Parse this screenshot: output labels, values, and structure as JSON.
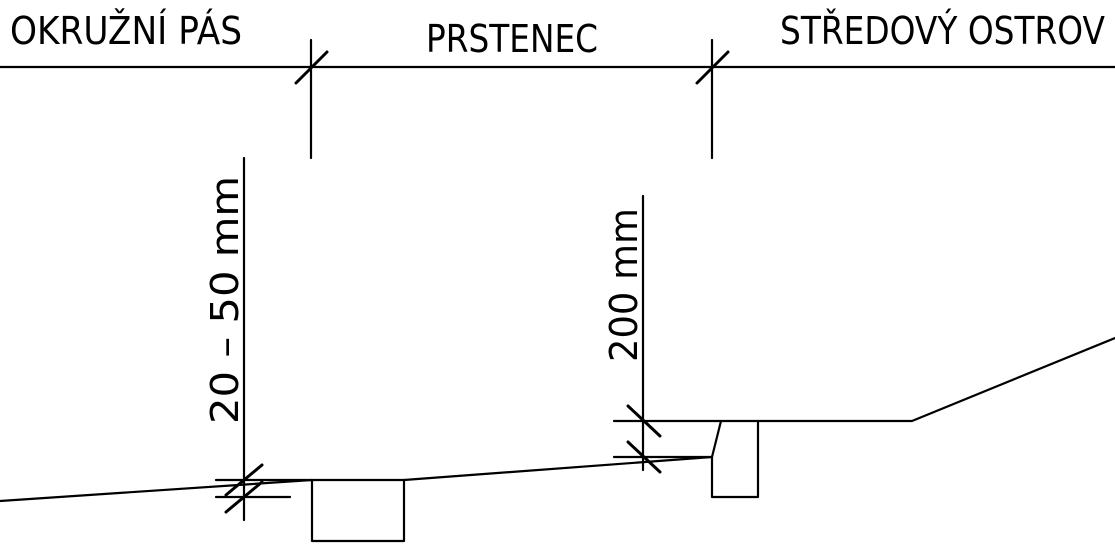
{
  "zone_labels": {
    "circulating_strip": "OKRUŽNÍ PÁS",
    "ring": "PRSTENEC",
    "central_island": "STŘEDOVÝ OSTROV"
  },
  "dimensions": {
    "curb_height_low": "20 – 50 mm",
    "curb_height_high": "200 mm"
  }
}
